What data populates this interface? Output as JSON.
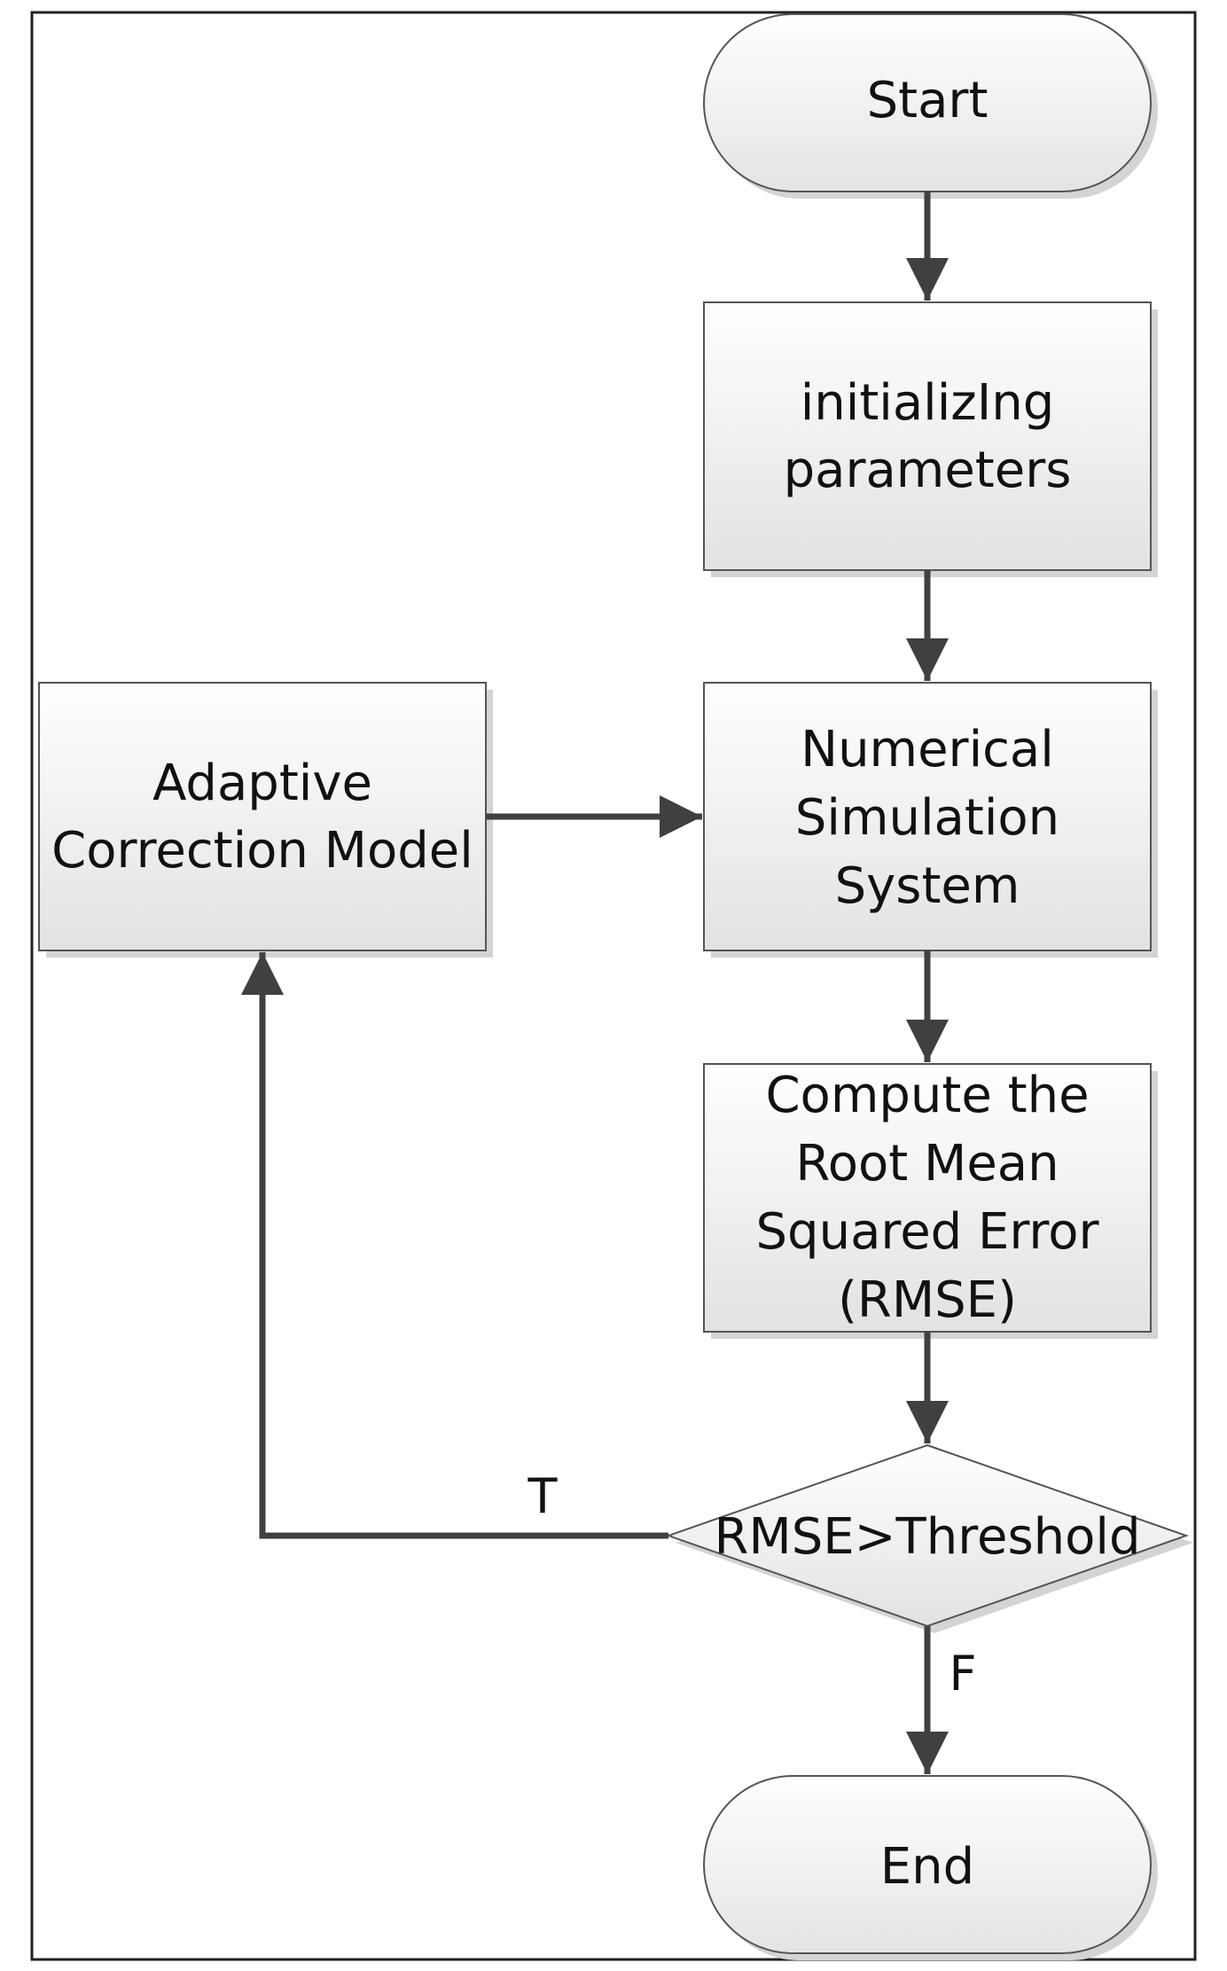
{
  "flowchart": {
    "start": "Start",
    "init": [
      "initializIng",
      "parameters"
    ],
    "simulation": [
      "Numerical",
      "Simulation",
      "System"
    ],
    "correction": [
      "Adaptive",
      "Correction Model"
    ],
    "rmse": [
      "Compute the",
      "Root Mean",
      "Squared Error",
      "(RMSE)"
    ],
    "decision": "RMSE>Threshold",
    "end": "End",
    "label_true": "T",
    "label_false": "F"
  },
  "colors": {
    "border": "#222222",
    "shape_stroke": "#555555",
    "edge": "#404040",
    "fill_top": "#ffffff",
    "fill_bottom": "#e2e2e2",
    "shadow": "#d4d4d4"
  }
}
